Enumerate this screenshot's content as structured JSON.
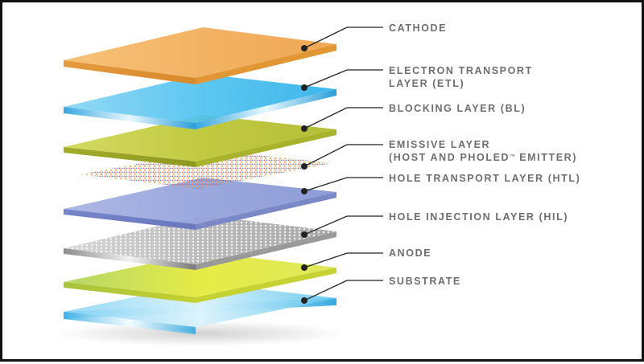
{
  "layers": [
    {
      "id": "cathode",
      "label_lines": [
        "CATHODE"
      ]
    },
    {
      "id": "etl",
      "label_lines": [
        "ELECTRON TRANSPORT",
        "LAYER (ETL)"
      ]
    },
    {
      "id": "bl",
      "label_lines": [
        "BLOCKING LAYER (BL)"
      ]
    },
    {
      "id": "eml",
      "label_lines": [
        "EMISSIVE LAYER",
        "(HOST AND PHOLED",
        "EMITTER)"
      ]
    },
    {
      "id": "htl",
      "label_lines": [
        "HOLE TRANSPORT LAYER (HTL)"
      ]
    },
    {
      "id": "hil",
      "label_lines": [
        "HOLE INJECTION LAYER (HIL)"
      ]
    },
    {
      "id": "anode",
      "label_lines": [
        "ANODE"
      ]
    },
    {
      "id": "substrate",
      "label_lines": [
        "SUBSTRATE"
      ]
    }
  ],
  "trademark_symbol": "™",
  "colors": {
    "cathode": "#f2b566",
    "etl": "#5ec8f0",
    "bl": "#c4cc4a",
    "eml_dots": [
      "#e8604a",
      "#f0a030",
      "#4aa0e0",
      "#60c060"
    ],
    "htl": "#9aa8dc",
    "hil": "#c8c8c8",
    "anode": "#d8e44a",
    "substrate": "#6ccaf2",
    "label_text": "#6e6e6e",
    "leader_line": "#222222"
  }
}
